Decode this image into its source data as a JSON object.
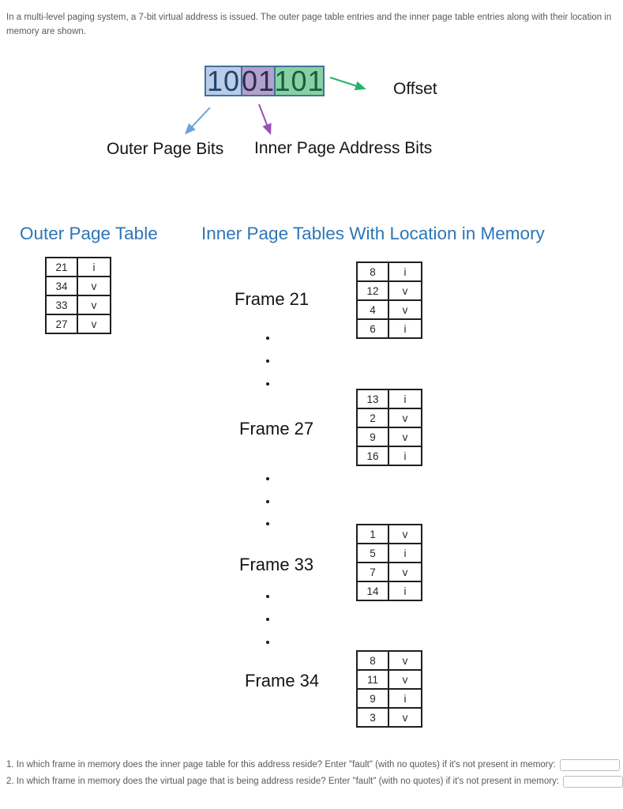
{
  "intro": {
    "text": "In a multi-level paging system, a 7-bit virtual address is issued. The outer page table entries and the inner page table entries along with their location in memory are shown."
  },
  "address": {
    "segments": [
      {
        "name": "outer-page-bits",
        "bits": "10"
      },
      {
        "name": "inner-page-address-bits",
        "bits": "01"
      },
      {
        "name": "offset-bits",
        "bits": "101"
      }
    ],
    "labels": {
      "offset": "Offset",
      "outer": "Outer Page Bits",
      "inner": "Inner Page Address Bits"
    }
  },
  "sections": {
    "outer_heading": "Outer Page Table",
    "inner_heading": "Inner Page Tables With Location in Memory"
  },
  "outer_table": {
    "rows": [
      {
        "frame": "21",
        "flag": "i"
      },
      {
        "frame": "34",
        "flag": "v"
      },
      {
        "frame": "33",
        "flag": "v"
      },
      {
        "frame": "27",
        "flag": "v"
      }
    ]
  },
  "frames": [
    {
      "label": "Frame 21",
      "rows": [
        {
          "page": "8",
          "flag": "i"
        },
        {
          "page": "12",
          "flag": "v"
        },
        {
          "page": "4",
          "flag": "v"
        },
        {
          "page": "6",
          "flag": "i"
        }
      ]
    },
    {
      "label": "Frame 27",
      "rows": [
        {
          "page": "13",
          "flag": "i"
        },
        {
          "page": "2",
          "flag": "v"
        },
        {
          "page": "9",
          "flag": "v"
        },
        {
          "page": "16",
          "flag": "i"
        }
      ]
    },
    {
      "label": "Frame 33",
      "rows": [
        {
          "page": "1",
          "flag": "v"
        },
        {
          "page": "5",
          "flag": "i"
        },
        {
          "page": "7",
          "flag": "v"
        },
        {
          "page": "14",
          "flag": "i"
        }
      ]
    },
    {
      "label": "Frame 34",
      "rows": [
        {
          "page": "8",
          "flag": "v"
        },
        {
          "page": "11",
          "flag": "v"
        },
        {
          "page": "9",
          "flag": "i"
        },
        {
          "page": "3",
          "flag": "v"
        }
      ]
    }
  ],
  "questions": [
    {
      "text": "1. In which frame in memory does the inner page table for this address reside? Enter \"fault\" (with no quotes) if it's not present in memory:",
      "value": ""
    },
    {
      "text": "2. In which frame in memory does the virtual page that is being address reside?  Enter \"fault\" (with no quotes) if it's not present in memory:",
      "value": ""
    }
  ],
  "colors": {
    "heading": "#2e75b6",
    "outer_segment": "#b9cde8",
    "inner_segment": "#b2a1c9",
    "offset_segment": "#86d1a3",
    "segment_border": "#41719c",
    "outer_arrow": "#6ba3dc",
    "inner_arrow": "#9450bb",
    "offset_arrow": "#27b36a"
  }
}
